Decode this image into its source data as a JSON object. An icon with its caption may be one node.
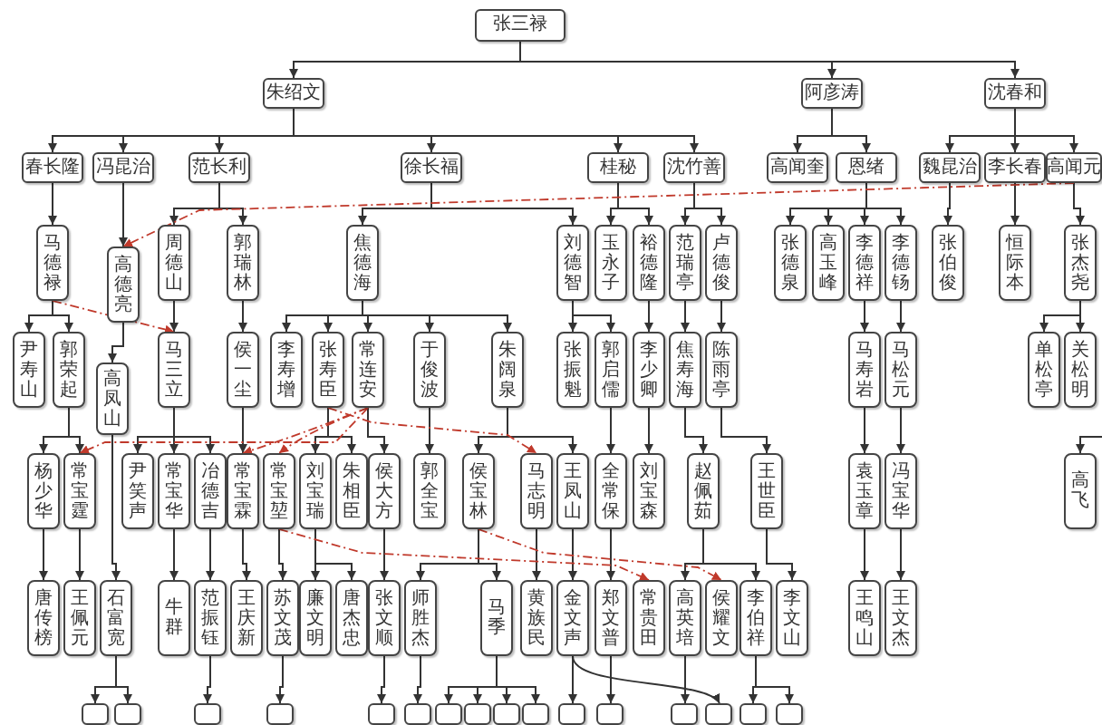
{
  "diagram": {
    "nodes": [
      {
        "text": [
          "张三禄"
        ]
      },
      {
        "text": [
          "朱绍文"
        ]
      },
      {
        "text": [
          "阿彦涛"
        ]
      },
      {
        "text": [
          "沈春和"
        ]
      },
      {
        "text": [
          "春长隆"
        ]
      },
      {
        "text": [
          "冯昆治"
        ]
      },
      {
        "text": [
          "范长利"
        ]
      },
      {
        "text": [
          "徐长福"
        ]
      },
      {
        "text": [
          "桂秘"
        ]
      },
      {
        "text": [
          "沈竹善"
        ]
      },
      {
        "text": [
          "高闻奎"
        ]
      },
      {
        "text": [
          "恩绪"
        ]
      },
      {
        "text": [
          "魏昆治"
        ]
      },
      {
        "text": [
          "李长春"
        ]
      },
      {
        "text": [
          "高闻元"
        ]
      },
      {
        "text": [
          "马德禄"
        ]
      },
      {
        "text": [
          "高德亮"
        ]
      },
      {
        "text": [
          "周德山"
        ]
      },
      {
        "text": [
          "郭瑞林"
        ]
      },
      {
        "text": [
          "焦德海"
        ]
      },
      {
        "text": [
          "刘德智"
        ]
      },
      {
        "text": [
          "玉永子"
        ]
      },
      {
        "text": [
          "裕德隆"
        ]
      },
      {
        "text": [
          "范瑞亭"
        ]
      },
      {
        "text": [
          "卢德俊"
        ]
      },
      {
        "text": [
          "张德泉"
        ]
      },
      {
        "text": [
          "高玉峰"
        ]
      },
      {
        "text": [
          "李德祥"
        ]
      },
      {
        "text": [
          "李德钖"
        ]
      },
      {
        "text": [
          "张伯俊"
        ]
      },
      {
        "text": [
          "恒际本"
        ]
      },
      {
        "text": [
          "张杰尧"
        ]
      },
      {
        "text": [
          "尹寿山"
        ]
      },
      {
        "text": [
          "郭荣起"
        ]
      },
      {
        "text": [
          "马三立"
        ]
      },
      {
        "text": [
          "侯一尘"
        ]
      },
      {
        "text": [
          "李寿增"
        ]
      },
      {
        "text": [
          "张寿臣"
        ]
      },
      {
        "text": [
          "常连安"
        ]
      },
      {
        "text": [
          "于俊波"
        ]
      },
      {
        "text": [
          "朱阔泉"
        ]
      },
      {
        "text": [
          "张振魁"
        ]
      },
      {
        "text": [
          "郭启儒"
        ]
      },
      {
        "text": [
          "李少卿"
        ]
      },
      {
        "text": [
          "焦寿海"
        ]
      },
      {
        "text": [
          "陈雨亭"
        ]
      },
      {
        "text": [
          "马寿岩"
        ]
      },
      {
        "text": [
          "马松元"
        ]
      },
      {
        "text": [
          "单松亭"
        ]
      },
      {
        "text": [
          "关松明"
        ]
      },
      {
        "text": [
          "高凤山"
        ]
      },
      {
        "text": [
          "杨少华"
        ]
      },
      {
        "text": [
          "常宝霆"
        ]
      },
      {
        "text": [
          "尹笑声"
        ]
      },
      {
        "text": [
          "常宝华"
        ]
      },
      {
        "text": [
          "冶德吉"
        ]
      },
      {
        "text": [
          "常宝霖"
        ]
      },
      {
        "text": [
          "常宝堃"
        ]
      },
      {
        "text": [
          "刘宝瑞"
        ]
      },
      {
        "text": [
          "朱相臣"
        ]
      },
      {
        "text": [
          "侯大方"
        ]
      },
      {
        "text": [
          "郭全宝"
        ]
      },
      {
        "text": [
          "侯宝林"
        ]
      },
      {
        "text": [
          "马志明"
        ]
      },
      {
        "text": [
          "王凤山"
        ]
      },
      {
        "text": [
          "全常保"
        ]
      },
      {
        "text": [
          "刘宝森"
        ]
      },
      {
        "text": [
          "赵佩茹"
        ]
      },
      {
        "text": [
          "王世臣"
        ]
      },
      {
        "text": [
          "袁玉章"
        ]
      },
      {
        "text": [
          "冯宝华"
        ]
      },
      {
        "text": [
          "高飞"
        ]
      },
      {
        "text": [
          "唐传榜"
        ]
      },
      {
        "text": [
          "王佩元"
        ]
      },
      {
        "text": [
          "石富宽"
        ]
      },
      {
        "text": [
          "牛群"
        ]
      },
      {
        "text": [
          "范振钰"
        ]
      },
      {
        "text": [
          "王庆新"
        ]
      },
      {
        "text": [
          "苏文茂"
        ]
      },
      {
        "text": [
          "廉文明"
        ]
      },
      {
        "text": [
          "唐杰忠"
        ]
      },
      {
        "text": [
          "张文顺"
        ]
      },
      {
        "text": [
          "师胜杰"
        ]
      },
      {
        "text": [
          "马季"
        ]
      },
      {
        "text": [
          "黄族民"
        ]
      },
      {
        "text": [
          "金文声"
        ]
      },
      {
        "text": [
          "郑文普"
        ]
      },
      {
        "text": [
          "常贵田"
        ]
      },
      {
        "text": [
          "高英培"
        ]
      },
      {
        "text": [
          "侯耀文"
        ]
      },
      {
        "text": [
          "李伯祥"
        ]
      },
      {
        "text": [
          "李文山"
        ]
      },
      {
        "text": [
          "王鸣山"
        ]
      },
      {
        "text": [
          "王文杰"
        ]
      },
      {
        "text": [],
        "shape": "box"
      },
      {
        "text": [],
        "shape": "box"
      },
      {
        "text": [],
        "shape": "box"
      },
      {
        "text": [],
        "shape": "box"
      },
      {
        "text": [],
        "shape": "box"
      },
      {
        "text": [],
        "shape": "box"
      },
      {
        "text": [],
        "shape": "box"
      },
      {
        "text": [],
        "shape": "box"
      },
      {
        "text": [],
        "shape": "box"
      },
      {
        "text": [],
        "shape": "box"
      },
      {
        "text": [],
        "shape": "box"
      },
      {
        "text": [],
        "shape": "box"
      },
      {
        "text": [],
        "shape": "box"
      },
      {
        "text": [],
        "shape": "box"
      },
      {
        "text": [],
        "shape": "box"
      },
      {
        "text": [],
        "shape": "box"
      }
    ],
    "edges": [
      {
        "from": 0,
        "to": 1,
        "arrow": "to"
      },
      {
        "from": 0,
        "to": 2,
        "arrow": "to"
      },
      {
        "from": 0,
        "to": 3,
        "arrow": "to"
      },
      {
        "from": 1,
        "to": 4,
        "arrow": "to"
      },
      {
        "from": 1,
        "to": 5,
        "arrow": "to"
      },
      {
        "from": 1,
        "to": 6,
        "arrow": "to"
      },
      {
        "from": 1,
        "to": 7,
        "arrow": "to"
      },
      {
        "from": 1,
        "to": 8,
        "arrow": "to"
      },
      {
        "from": 1,
        "to": 9,
        "arrow": "to"
      },
      {
        "from": 2,
        "to": 10,
        "arrow": "to"
      },
      {
        "from": 2,
        "to": 11,
        "arrow": "to"
      },
      {
        "from": 3,
        "to": 12,
        "arrow": "to"
      },
      {
        "from": 3,
        "to": 13,
        "arrow": "to"
      },
      {
        "from": 3,
        "to": 14,
        "arrow": "to"
      },
      {
        "from": 4,
        "to": 15,
        "arrow": "to"
      },
      {
        "from": 5,
        "to": 16,
        "arrow": "to"
      },
      {
        "from": 6,
        "to": 17,
        "arrow": "to"
      },
      {
        "from": 6,
        "to": 18,
        "arrow": "to"
      },
      {
        "from": 7,
        "to": 19,
        "arrow": "to"
      },
      {
        "from": 7,
        "to": 20,
        "arrow": "to"
      },
      {
        "from": 8,
        "to": 21,
        "arrow": "to"
      },
      {
        "from": 8,
        "to": 22,
        "arrow": "to"
      },
      {
        "from": 9,
        "to": 23,
        "arrow": "to"
      },
      {
        "from": 9,
        "to": 24,
        "arrow": "to"
      },
      {
        "from": 11,
        "to": 25,
        "arrow": "to"
      },
      {
        "from": 11,
        "to": 26,
        "arrow": "to"
      },
      {
        "from": 11,
        "to": 27,
        "arrow": "to"
      },
      {
        "from": 11,
        "to": 28,
        "arrow": "to"
      },
      {
        "from": 12,
        "to": 29,
        "arrow": "to"
      },
      {
        "from": 13,
        "to": 30,
        "arrow": "to"
      },
      {
        "from": 14,
        "to": 31,
        "arrow": "to"
      },
      {
        "from": 15,
        "to": 32,
        "arrow": "to"
      },
      {
        "from": 15,
        "to": 33,
        "arrow": "to"
      },
      {
        "from": 16,
        "to": 50,
        "arrow": "to"
      },
      {
        "from": 17,
        "to": 34,
        "arrow": "to"
      },
      {
        "from": 18,
        "to": 35,
        "arrow": "to"
      },
      {
        "from": 19,
        "to": 36,
        "arrow": "to"
      },
      {
        "from": 19,
        "to": 37,
        "arrow": "to"
      },
      {
        "from": 19,
        "to": 38,
        "arrow": "to"
      },
      {
        "from": 19,
        "to": 39,
        "arrow": "to"
      },
      {
        "from": 19,
        "to": 40,
        "arrow": "to"
      },
      {
        "from": 20,
        "to": 41,
        "arrow": "to"
      },
      {
        "from": 20,
        "to": 42,
        "arrow": "to"
      },
      {
        "from": 22,
        "to": 43,
        "arrow": "to"
      },
      {
        "from": 23,
        "to": 44,
        "arrow": "to"
      },
      {
        "from": 24,
        "to": 45,
        "arrow": "to"
      },
      {
        "from": 27,
        "to": 46,
        "arrow": "to"
      },
      {
        "from": 28,
        "to": 47,
        "arrow": "to"
      },
      {
        "from": 31,
        "to": 48,
        "arrow": "to"
      },
      {
        "from": 31,
        "to": 49,
        "arrow": "to"
      },
      {
        "from": 33,
        "to": 51,
        "arrow": "to"
      },
      {
        "from": 33,
        "to": 52,
        "arrow": "to"
      },
      {
        "from": 34,
        "to": 53,
        "arrow": "to"
      },
      {
        "from": 34,
        "to": 54,
        "arrow": "to"
      },
      {
        "from": 34,
        "to": 55,
        "arrow": "to"
      },
      {
        "from": 35,
        "to": 56,
        "arrow": "to"
      },
      {
        "from": 37,
        "to": 58,
        "arrow": "to"
      },
      {
        "from": 37,
        "to": 59,
        "arrow": "to"
      },
      {
        "from": 38,
        "to": 60,
        "arrow": "to"
      },
      {
        "from": 39,
        "to": 61,
        "arrow": "to"
      },
      {
        "from": 40,
        "to": 62,
        "arrow": "to"
      },
      {
        "from": 40,
        "to": 64,
        "arrow": "to"
      },
      {
        "from": 42,
        "to": 65,
        "arrow": "to"
      },
      {
        "from": 43,
        "to": 66,
        "arrow": "to"
      },
      {
        "from": 44,
        "to": 67,
        "arrow": "to"
      },
      {
        "from": 45,
        "to": 68,
        "arrow": "to"
      },
      {
        "from": 46,
        "to": 69,
        "arrow": "to"
      },
      {
        "from": 47,
        "to": 70,
        "arrow": "to"
      },
      {
        "from": null,
        "to": 71,
        "arrow": "to"
      },
      {
        "from": 51,
        "to": 72,
        "arrow": "to"
      },
      {
        "from": 52,
        "to": 73,
        "arrow": "to"
      },
      {
        "from": 50,
        "to": 74,
        "arrow": "to"
      },
      {
        "from": 54,
        "to": 75,
        "arrow": "to"
      },
      {
        "from": 55,
        "to": 76,
        "arrow": "to"
      },
      {
        "from": 56,
        "to": 77,
        "arrow": "to"
      },
      {
        "from": 57,
        "to": 78,
        "arrow": "to"
      },
      {
        "from": 58,
        "to": 79,
        "arrow": "to"
      },
      {
        "from": 58,
        "to": 80,
        "arrow": "to"
      },
      {
        "from": 60,
        "to": 81,
        "arrow": "to"
      },
      {
        "from": 62,
        "to": 82,
        "arrow": "to"
      },
      {
        "from": 62,
        "to": 83,
        "arrow": "to"
      },
      {
        "from": 63,
        "to": 84,
        "arrow": "to"
      },
      {
        "from": 64,
        "to": 85,
        "arrow": "to"
      },
      {
        "from": 65,
        "to": 86,
        "arrow": "to"
      },
      {
        "from": 67,
        "to": 88,
        "arrow": "to"
      },
      {
        "from": 67,
        "to": 90,
        "arrow": "to"
      },
      {
        "from": 68,
        "to": 91,
        "arrow": "to"
      },
      {
        "from": 69,
        "to": 92,
        "arrow": "to"
      },
      {
        "from": 70,
        "to": 93,
        "arrow": "to"
      },
      {
        "from": 74,
        "to": 94,
        "arrow": "to"
      },
      {
        "from": 74,
        "to": 95,
        "arrow": "to"
      },
      {
        "from": 76,
        "to": 96,
        "arrow": "to"
      },
      {
        "from": 78,
        "to": 97,
        "arrow": "to"
      },
      {
        "from": 81,
        "to": 98,
        "arrow": "to"
      },
      {
        "from": 82,
        "to": 99,
        "arrow": "to"
      },
      {
        "from": 83,
        "to": 100,
        "arrow": "to"
      },
      {
        "from": 83,
        "to": 101,
        "arrow": "to"
      },
      {
        "from": 83,
        "to": 102,
        "arrow": "to"
      },
      {
        "from": 83,
        "to": 103,
        "arrow": "to"
      },
      {
        "from": 85,
        "to": 104,
        "arrow": "to"
      },
      {
        "from": 86,
        "to": 105,
        "arrow": "to"
      },
      {
        "from": 88,
        "to": 106,
        "arrow": "to"
      },
      {
        "from": 85,
        "to": 107,
        "arrow": "to"
      },
      {
        "from": 90,
        "to": 108,
        "arrow": "to"
      },
      {
        "from": 90,
        "to": 109,
        "arrow": "to"
      },
      {
        "from": 14,
        "to": 16,
        "arrow": "to",
        "style": "dashed",
        "color": "#c0392b"
      },
      {
        "from": 15,
        "to": 34,
        "arrow": "to",
        "style": "dashed",
        "color": "#c0392b"
      },
      {
        "from": 38,
        "to": 52,
        "arrow": "to",
        "style": "dashed",
        "color": "#c0392b"
      },
      {
        "from": 38,
        "to": 56,
        "arrow": "to",
        "style": "dashed",
        "color": "#c0392b"
      },
      {
        "from": 38,
        "to": 57,
        "arrow": "to",
        "style": "dashed",
        "color": "#c0392b"
      },
      {
        "from": 37,
        "to": 63,
        "arrow": "to",
        "style": "dashed",
        "color": "#c0392b"
      },
      {
        "from": 57,
        "to": 87,
        "arrow": "to",
        "style": "dashed",
        "color": "#c0392b"
      },
      {
        "from": 62,
        "to": 89,
        "arrow": "to",
        "style": "dashed",
        "color": "#c0392b"
      }
    ]
  }
}
